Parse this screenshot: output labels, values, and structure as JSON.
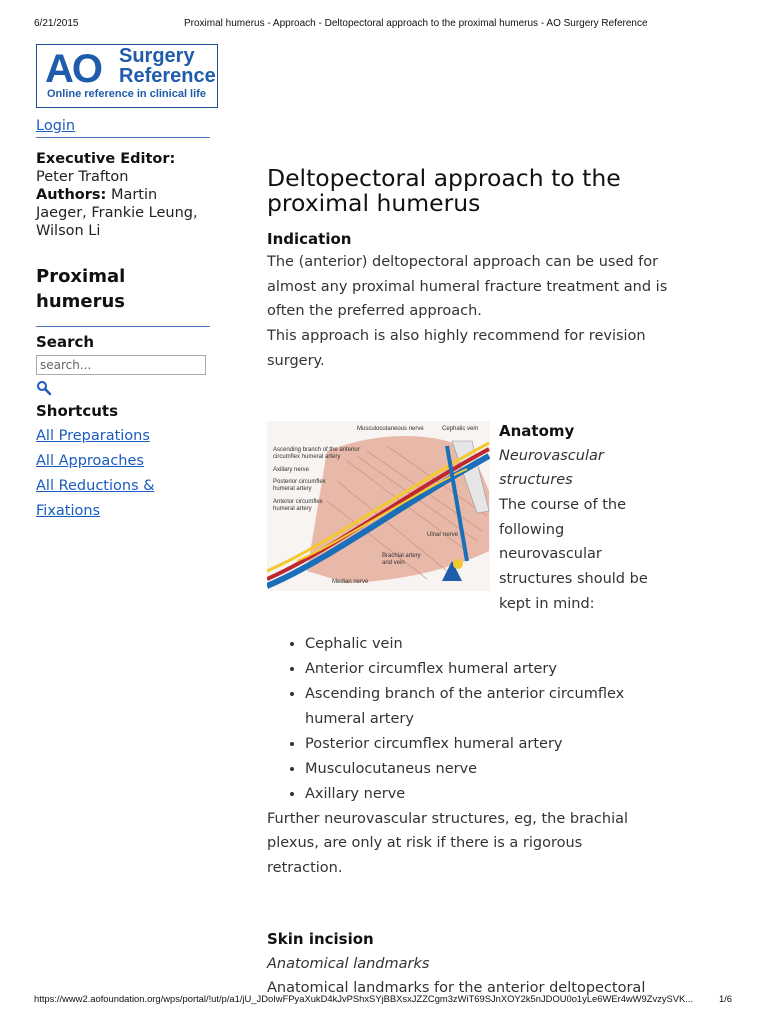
{
  "print": {
    "date": "6/21/2015",
    "title": "Proximal humerus - Approach - Deltopectoral approach to the proximal humerus - AO Surgery Reference",
    "url": "https://www2.aofoundation.org/wps/portal/!ut/p/a1/jU_JDoIwFPyaXukD4kJvPShxSYjBBXsxJZZCgm3zWiT69SJnXOY2k5nJDOU0o1yLe6WEr4wW9ZvzySVK...",
    "page": "1/6"
  },
  "logo": {
    "ao": "AO",
    "surgery": "Surgery",
    "reference": "Reference",
    "tagline": "Online reference in clinical life",
    "brand_color": "#1f5cab"
  },
  "sidebar": {
    "login": "Login",
    "executive_editor_label": "Executive Editor:",
    "executive_editor": "Peter Trafton",
    "authors_label": "Authors:",
    "authors": "Martin Jaeger, Frankie Leung, Wilson Li",
    "section_title": "Proximal humerus",
    "search_label": "Search",
    "search_placeholder": "search...",
    "search_icon": "search-icon",
    "shortcuts_label": "Shortcuts",
    "shortcuts": [
      "All Preparations",
      "All Approaches",
      "All Reductions & Fixations"
    ],
    "link_color": "#1a5bbf"
  },
  "main": {
    "title": "Deltopectoral approach to the proximal humerus",
    "indication_heading": "Indication",
    "indication_p1": "The (anterior) deltopectoral approach can be used for almost any proximal humeral fracture treatment and is often the preferred approach.",
    "indication_p2": "This approach is also highly recommend for revision surgery.",
    "anatomy_heading": "Anatomy",
    "anatomy_subheading": "Neurovascular structures",
    "anatomy_intro": "The course of the following neurovascular structures should be kept in mind:",
    "structures": [
      "Cephalic vein",
      "Anterior circumflex humeral artery",
      "Ascending branch of the anterior circumflex humeral artery",
      "Posterior circumflex humeral artery",
      "Musculocutaneus nerve",
      "Axillary nerve"
    ],
    "further": "Further neurovascular structures, eg, the brachial plexus, are only at risk if there is a rigorous retraction.",
    "skin_heading": "Skin incision",
    "landmarks_subheading": "Anatomical landmarks",
    "landmarks_text": "Anatomical landmarks for the anterior deltopectoral"
  },
  "figure": {
    "labels": {
      "musculocutaneous": "Musculocutaneous nerve",
      "cephalic": "Cephalic vein",
      "ascending_1": "Ascending branch of the anterior",
      "ascending_2": "circumflex humeral artery",
      "axillary": "Axillary nerve",
      "posterior_1": "Posterior circumflex",
      "posterior_2": "humeral artery",
      "anterior_1": "Anterior circumflex",
      "anterior_2": "humeral artery",
      "ulnar": "Ulnar nerve",
      "brachial_1": "Brachial artery",
      "brachial_2": "and vein",
      "median": "Median nerve"
    }
  }
}
